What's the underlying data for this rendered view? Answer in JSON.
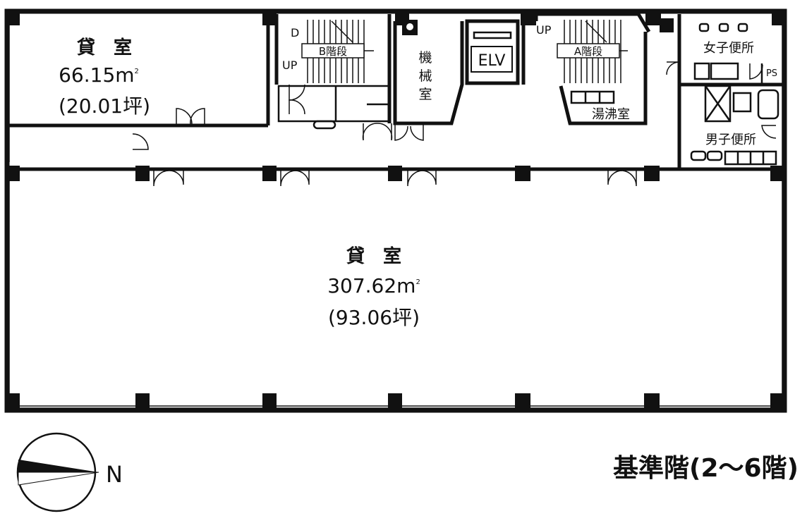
{
  "rooms": {
    "small_office": {
      "name": "貸　室",
      "area": "66.15m",
      "sup": "2",
      "tsubo": "(20.01坪)"
    },
    "large_office": {
      "name": "貸　室",
      "area": "307.62m",
      "sup": "2",
      "tsubo": "(93.06坪)"
    },
    "stair_b": {
      "name": "B階段",
      "down": "D",
      "up": "UP"
    },
    "stair_a": {
      "name": "A階段",
      "up": "UP"
    },
    "machine_room": {
      "chars": [
        "機",
        "械",
        "室"
      ]
    },
    "elevator": {
      "name": "ELV"
    },
    "kitchen": {
      "name": "湯沸室"
    },
    "womens_toilet": {
      "name": "女子便所"
    },
    "mens_toilet": {
      "name": "男子便所"
    },
    "pipe_space": {
      "name": "PS"
    }
  },
  "compass": {
    "north": "N"
  },
  "floor_title": "基準階(2〜6階)",
  "colors": {
    "line": "#111111",
    "background": "#ffffff"
  }
}
